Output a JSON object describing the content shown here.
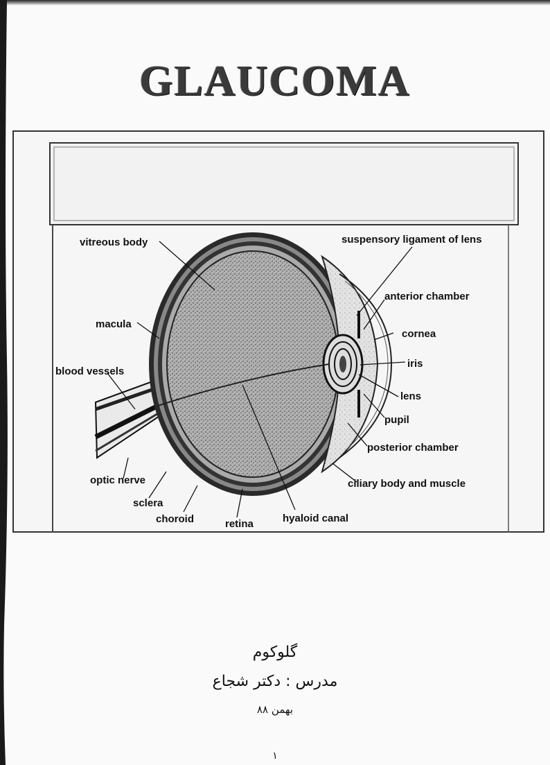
{
  "title": "GLAUCOMA",
  "figure": {
    "labels": {
      "vitreous_body": "vitreous body",
      "suspensory_ligament": "suspensory ligament of lens",
      "anterior_chamber": "anterior chamber",
      "macula": "macula",
      "cornea": "cornea",
      "iris": "iris",
      "blood_vessels": "blood vessels",
      "lens": "lens",
      "pupil": "pupil",
      "posterior_chamber": "posterior chamber",
      "ciliary_body": "ciliary body and muscle",
      "optic_nerve": "optic nerve",
      "sclera": "sclera",
      "choroid": "choroid",
      "retina": "retina",
      "hyaloid_canal": "hyaloid canal"
    }
  },
  "persian": {
    "title": "گلوکوم",
    "teacher": "مدرس : دکتر شجاع",
    "date": "بهمن ۸۸",
    "page_number": "۱"
  },
  "colors": {
    "ink": "#111111",
    "paper": "#fafafa",
    "vitreous_fill": "#9a9a9a"
  }
}
